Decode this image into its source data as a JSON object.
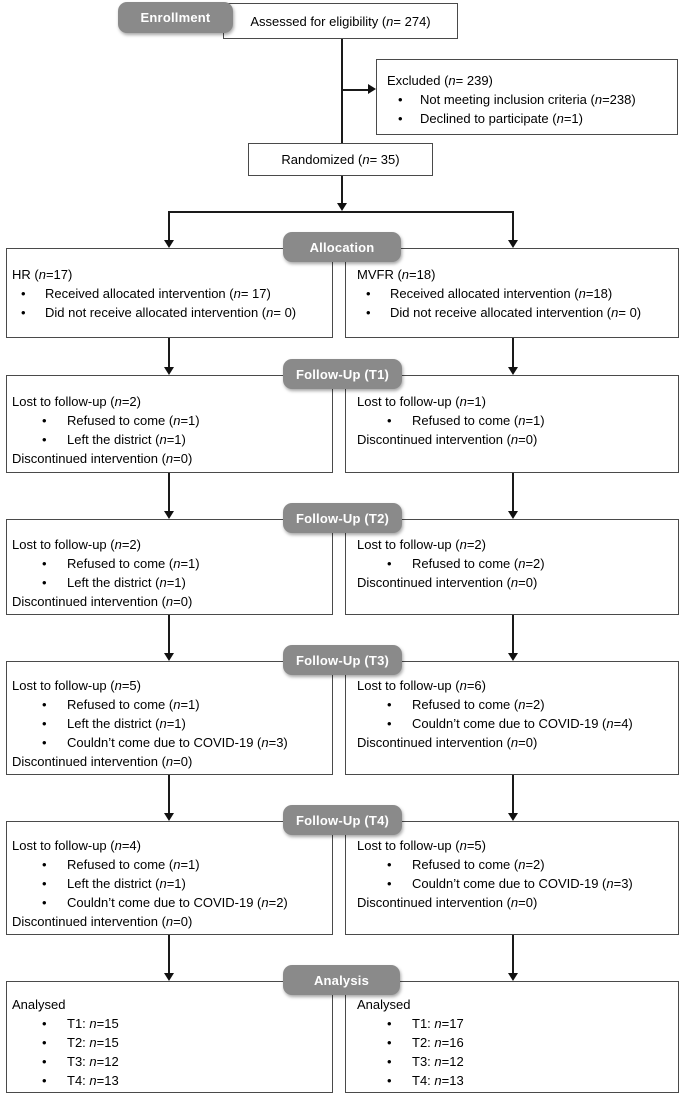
{
  "colors": {
    "badge_bg": "#8a8a8a",
    "badge_text": "#ffffff",
    "box_border": "#4a4a4a",
    "line_color": "#1a1a1a",
    "text_color": "#000000",
    "background": "#ffffff"
  },
  "stages": {
    "enrollment": {
      "badge": "Enrollment",
      "assessed": "Assessed for eligibility (n= 274)",
      "excluded": {
        "title": "Excluded (n= 239)",
        "bullets": [
          "Not meeting inclusion criteria (n=238)",
          "Declined to participate (n=1)"
        ]
      },
      "randomized": "Randomized (n= 35)"
    },
    "allocation": {
      "badge": "Allocation",
      "left": {
        "title": "HR (n=17)",
        "bullets": [
          "Received allocated intervention (n= 17)",
          "Did not receive allocated intervention (n= 0)"
        ]
      },
      "right": {
        "title": "MVFR (n=18)",
        "bullets": [
          "Received allocated intervention (n=18)",
          "Did not receive allocated intervention (n= 0)"
        ]
      }
    },
    "followup_t1": {
      "badge": "Follow-Up (T1)",
      "left": {
        "title": "Lost to follow-up (n=2)",
        "bullets": [
          "Refused to come (n=1)",
          "Left the district (n=1)"
        ],
        "footer": "Discontinued intervention (n=0)"
      },
      "right": {
        "title": "Lost to follow-up (n=1)",
        "bullets": [
          "Refused to come (n=1)"
        ],
        "footer": "Discontinued intervention (n=0)"
      }
    },
    "followup_t2": {
      "badge": "Follow-Up (T2)",
      "left": {
        "title": "Lost to follow-up (n=2)",
        "bullets": [
          "Refused to come (n=1)",
          "Left the district (n=1)"
        ],
        "footer": "Discontinued intervention (n=0)"
      },
      "right": {
        "title": "Lost to follow-up (n=2)",
        "bullets": [
          "Refused to come (n=2)"
        ],
        "footer": "Discontinued intervention (n=0)"
      }
    },
    "followup_t3": {
      "badge": "Follow-Up (T3)",
      "left": {
        "title": "Lost to follow-up (n=5)",
        "bullets": [
          "Refused to come (n=1)",
          "Left the district (n=1)",
          "Couldn’t come due to COVID-19 (n=3)"
        ],
        "footer": "Discontinued intervention (n=0)"
      },
      "right": {
        "title": "Lost to follow-up (n=6)",
        "bullets": [
          "Refused to come (n=2)",
          "Couldn’t come due to COVID-19 (n=4)"
        ],
        "footer": "Discontinued intervention (n=0)"
      }
    },
    "followup_t4": {
      "badge": "Follow-Up (T4)",
      "left": {
        "title": "Lost to follow-up (n=4)",
        "bullets": [
          "Refused to come (n=1)",
          "Left the district (n=1)",
          "Couldn’t come due to COVID-19 (n=2)"
        ],
        "footer": "Discontinued intervention (n=0)"
      },
      "right": {
        "title": "Lost to follow-up (n=5)",
        "bullets": [
          "Refused to come (n=2)",
          "Couldn’t come due to COVID-19 (n=3)"
        ],
        "footer": "Discontinued intervention (n=0)"
      }
    },
    "analysis": {
      "badge": "Analysis",
      "left": {
        "title": "Analysed",
        "bullets": [
          "T1: n=15",
          "T2: n=15",
          "T3: n=12",
          "T4: n=13"
        ]
      },
      "right": {
        "title": "Analysed",
        "bullets": [
          "T1: n=17",
          "T2: n=16",
          "T3: n=12",
          "T4: n=13"
        ]
      }
    }
  }
}
